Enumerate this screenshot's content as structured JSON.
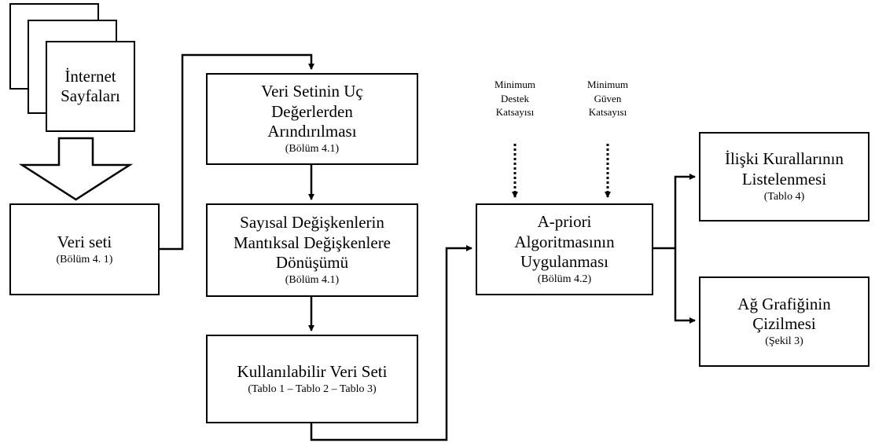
{
  "source": {
    "label": "İnternet\nSayfaları"
  },
  "boxes": {
    "dataset": {
      "title": "Veri seti",
      "ref": "(Bölüm 4. 1)"
    },
    "outlier_removal": {
      "title": "Veri Setinin Uç\nDeğerlerden\nArındırılması",
      "ref": "(Bölüm 4.1)"
    },
    "transformation": {
      "title": "Sayısal Değişkenlerin\nMantıksal Değişkenlere\nDönüşümü",
      "ref": "(Bölüm 4.1)"
    },
    "usable_dataset": {
      "title": "Kullanılabilir Veri Seti",
      "ref": "(Tablo 1 – Tablo 2 – Tablo 3)"
    },
    "apriori": {
      "title": "A-priori\nAlgoritmasının\nUygulanması",
      "ref": "(Bölüm 4.2)"
    },
    "rules_listing": {
      "title": "İlişki Kurallarının\nListelenmesi",
      "ref": "(Tablo 4)"
    },
    "network_graph": {
      "title": "Ağ Grafiğinin\nÇizilmesi",
      "ref": "(Şekil 3)"
    }
  },
  "parameters": {
    "min_support": "Minimum\nDestek\nKatsayısı",
    "min_confidence": "Minimum\nGüven\nKatsayısı"
  }
}
